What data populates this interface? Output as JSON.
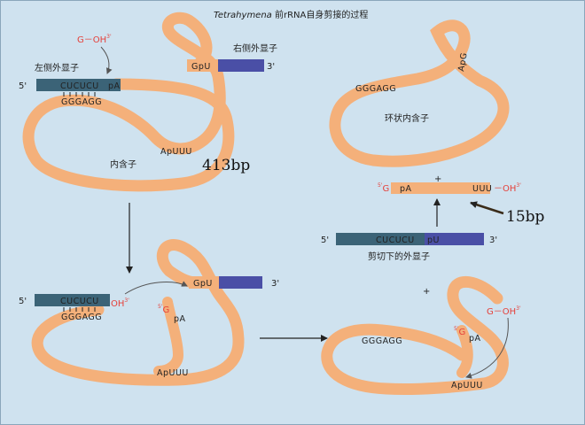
{
  "title": {
    "species": "Tetrahymena",
    "rest": " 前rRNA自身剪接的过程"
  },
  "colors": {
    "rna": "#f4b07a",
    "left_exon": "#3b6377",
    "right_exon": "#4a4fa6",
    "hydroxyl": "#e5403a",
    "background": "#cfe2ef"
  },
  "panel1": {
    "guanosine": "G－OH",
    "g_sup": "3'",
    "left_exon_label": "左侧外显子",
    "right_exon_label": "右侧外显子",
    "five_prime": "5'",
    "three_prime": "3'",
    "left_seq": "CUCUCU",
    "pA": "pA",
    "gpu": "GpU",
    "pairing_seq": "GGGAGG",
    "tail_seq": "ApUUU",
    "intron_label": "内含子",
    "intron_size": "413bp"
  },
  "panel2": {
    "five_prime": "5'",
    "three_prime": "3'",
    "left_seq": "CUCUCU",
    "oh": "OH",
    "oh_sup": "3'",
    "gpu": "GpU",
    "g5": "G",
    "g5_sup": "5'",
    "pA": "pA",
    "pairing_seq": "GGGAGG",
    "tail_seq": "ApUUU"
  },
  "panel3": {
    "apg": "ApG",
    "pairing_seq": "GGGAGG",
    "circle_label": "环状内含子",
    "plus": "+",
    "g5": "G",
    "g5_sup": "5'",
    "pA": "pA",
    "uuu": "UUU",
    "oh": "－OH",
    "oh_sup": "3'",
    "fragment_size": "15bp",
    "five_prime": "5'",
    "three_prime": "3'",
    "spliced_seq": "CUCUCU",
    "spliced_pu": "pU",
    "spliced_label": "剪切下的外显子"
  },
  "panel4": {
    "plus": "+",
    "g_oh": "G－OH",
    "oh_sup": "3'",
    "g5": "G",
    "g5_sup": "5'",
    "pA": "pA",
    "pairing_seq": "GGGAGG",
    "tail_seq": "ApUUU"
  }
}
